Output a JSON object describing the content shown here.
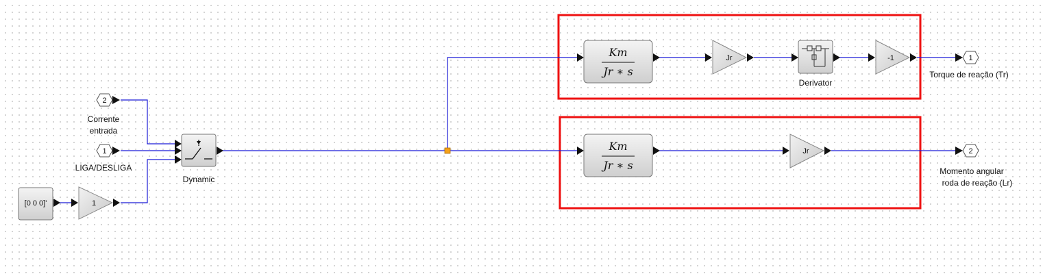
{
  "blocks": {
    "in_corrente": {
      "port": "2",
      "label_line1": "Corrente",
      "label_line2": "entrada"
    },
    "in_liga": {
      "port": "1",
      "label": "LIGA/DESLIGA"
    },
    "const_vector": {
      "text": "[0 0 0]'"
    },
    "gain_one": {
      "text": "1"
    },
    "switch": {
      "label": "Dynamic"
    },
    "tf_top": {
      "num": "Km",
      "den": "Jr ∗ s"
    },
    "gain_jr_top": {
      "text": "Jr"
    },
    "derivator": {
      "label": "Derivator"
    },
    "gain_neg1": {
      "text": "-1"
    },
    "out_torque": {
      "port": "1",
      "label": "Torque de reação (Tr)"
    },
    "tf_bottom": {
      "num": "Km",
      "den": "Jr ∗ s"
    },
    "gain_jr_bottom": {
      "text": "Jr"
    },
    "out_momento": {
      "port": "2",
      "label_line1": "Momento angular",
      "label_line2": "roda de reação (Lr)"
    }
  },
  "colors": {
    "wire": "#1b1bd6",
    "highlight_box": "#ee1111",
    "split_point": "#f5a21a",
    "background": "#ffffff"
  }
}
